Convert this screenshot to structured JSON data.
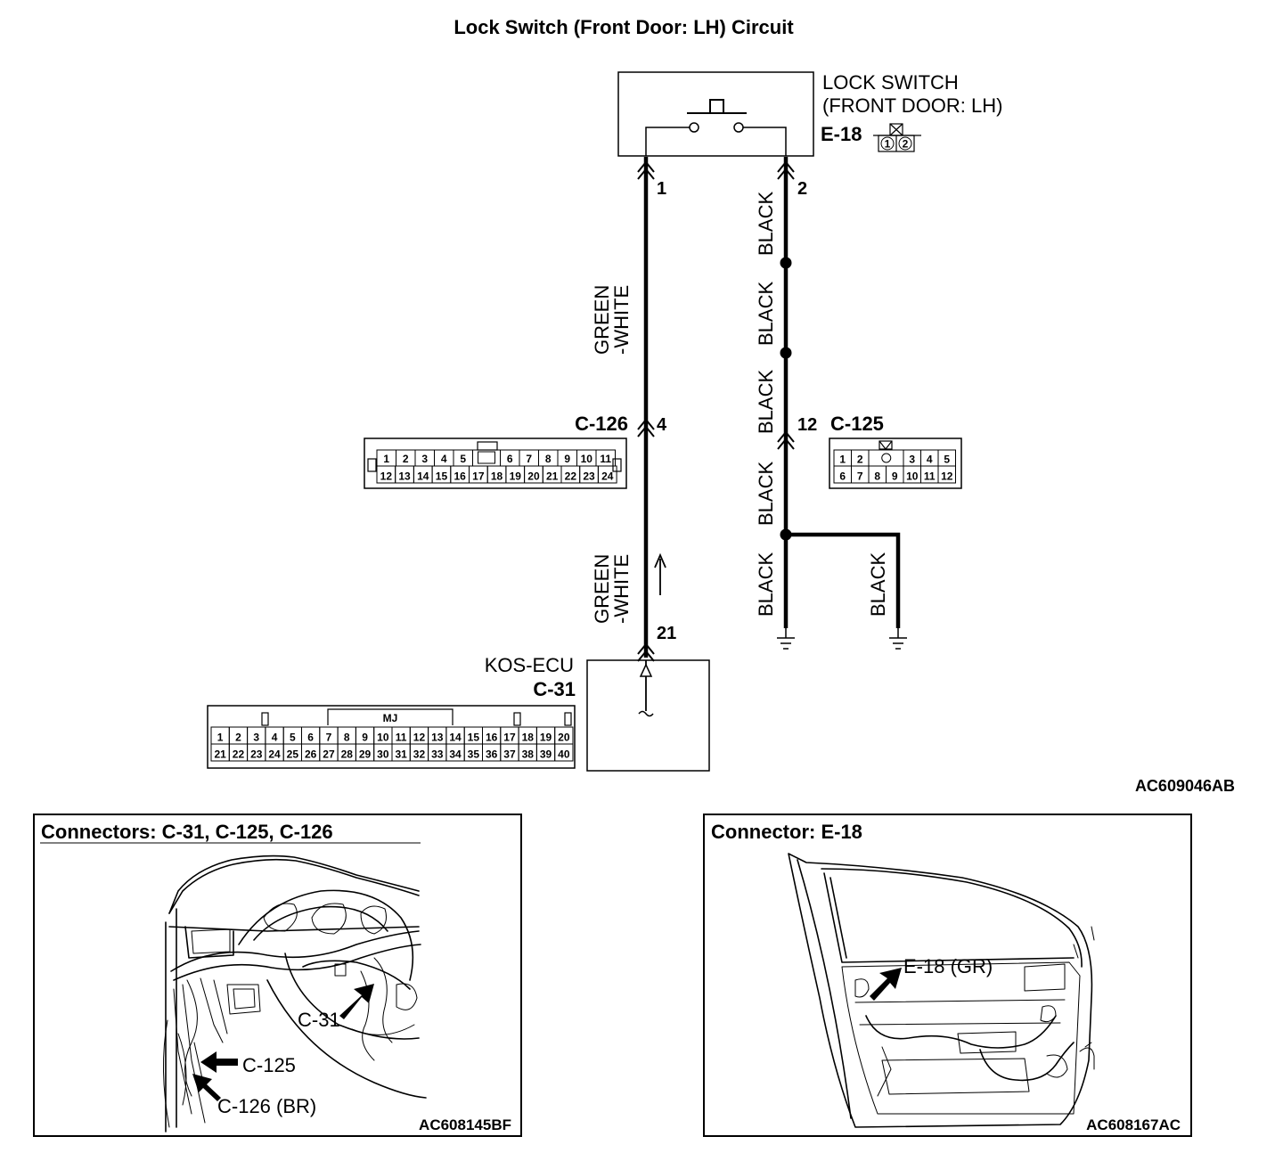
{
  "title": "Lock Switch (Front Door: LH) Circuit",
  "lock_switch": {
    "name_line1": "LOCK SWITCH",
    "name_line2": "(FRONT DOOR: LH)",
    "connector": "E-18",
    "pins": [
      "1",
      "2"
    ]
  },
  "wires": {
    "left": {
      "color_line1": "GREEN",
      "color_line2": "-WHITE",
      "pin_top": "1",
      "pin_mid": "4",
      "pin_bottom": "21"
    },
    "right": {
      "color": "BLACK",
      "pin_top": "2",
      "pin_mid": "12"
    },
    "branch_color": "BLACK"
  },
  "c126": {
    "label": "C-126",
    "row1": [
      "1",
      "2",
      "3",
      "4",
      "5",
      "",
      "6",
      "7",
      "8",
      "9",
      "10",
      "11"
    ],
    "row2": [
      "12",
      "13",
      "14",
      "15",
      "16",
      "17",
      "18",
      "19",
      "20",
      "21",
      "22",
      "23",
      "24"
    ]
  },
  "c125": {
    "label": "C-125",
    "row1": [
      "1",
      "2",
      "",
      "3",
      "4",
      "5"
    ],
    "row2": [
      "6",
      "7",
      "8",
      "9",
      "10",
      "11",
      "12"
    ]
  },
  "kos_ecu": {
    "label": "KOS-ECU",
    "connector": "C-31",
    "tab_label": "MJ",
    "row1": [
      "1",
      "2",
      "3",
      "4",
      "5",
      "6",
      "7",
      "8",
      "9",
      "10",
      "11",
      "12",
      "13",
      "14",
      "15",
      "16",
      "17",
      "18",
      "19",
      "20"
    ],
    "row2": [
      "21",
      "22",
      "23",
      "24",
      "25",
      "26",
      "27",
      "28",
      "29",
      "30",
      "31",
      "32",
      "33",
      "34",
      "35",
      "36",
      "37",
      "38",
      "39",
      "40"
    ]
  },
  "diagram_code": "AC609046AB",
  "panel_left": {
    "title": "Connectors: C-31, C-125, C-126",
    "callout_c31": "C-31",
    "callout_c125": "C-125",
    "callout_c126": "C-126 (BR)",
    "code": "AC608145BF"
  },
  "panel_right": {
    "title": "Connector: E-18",
    "callout_e18": "E-18 (GR)",
    "code": "AC608167AC"
  }
}
